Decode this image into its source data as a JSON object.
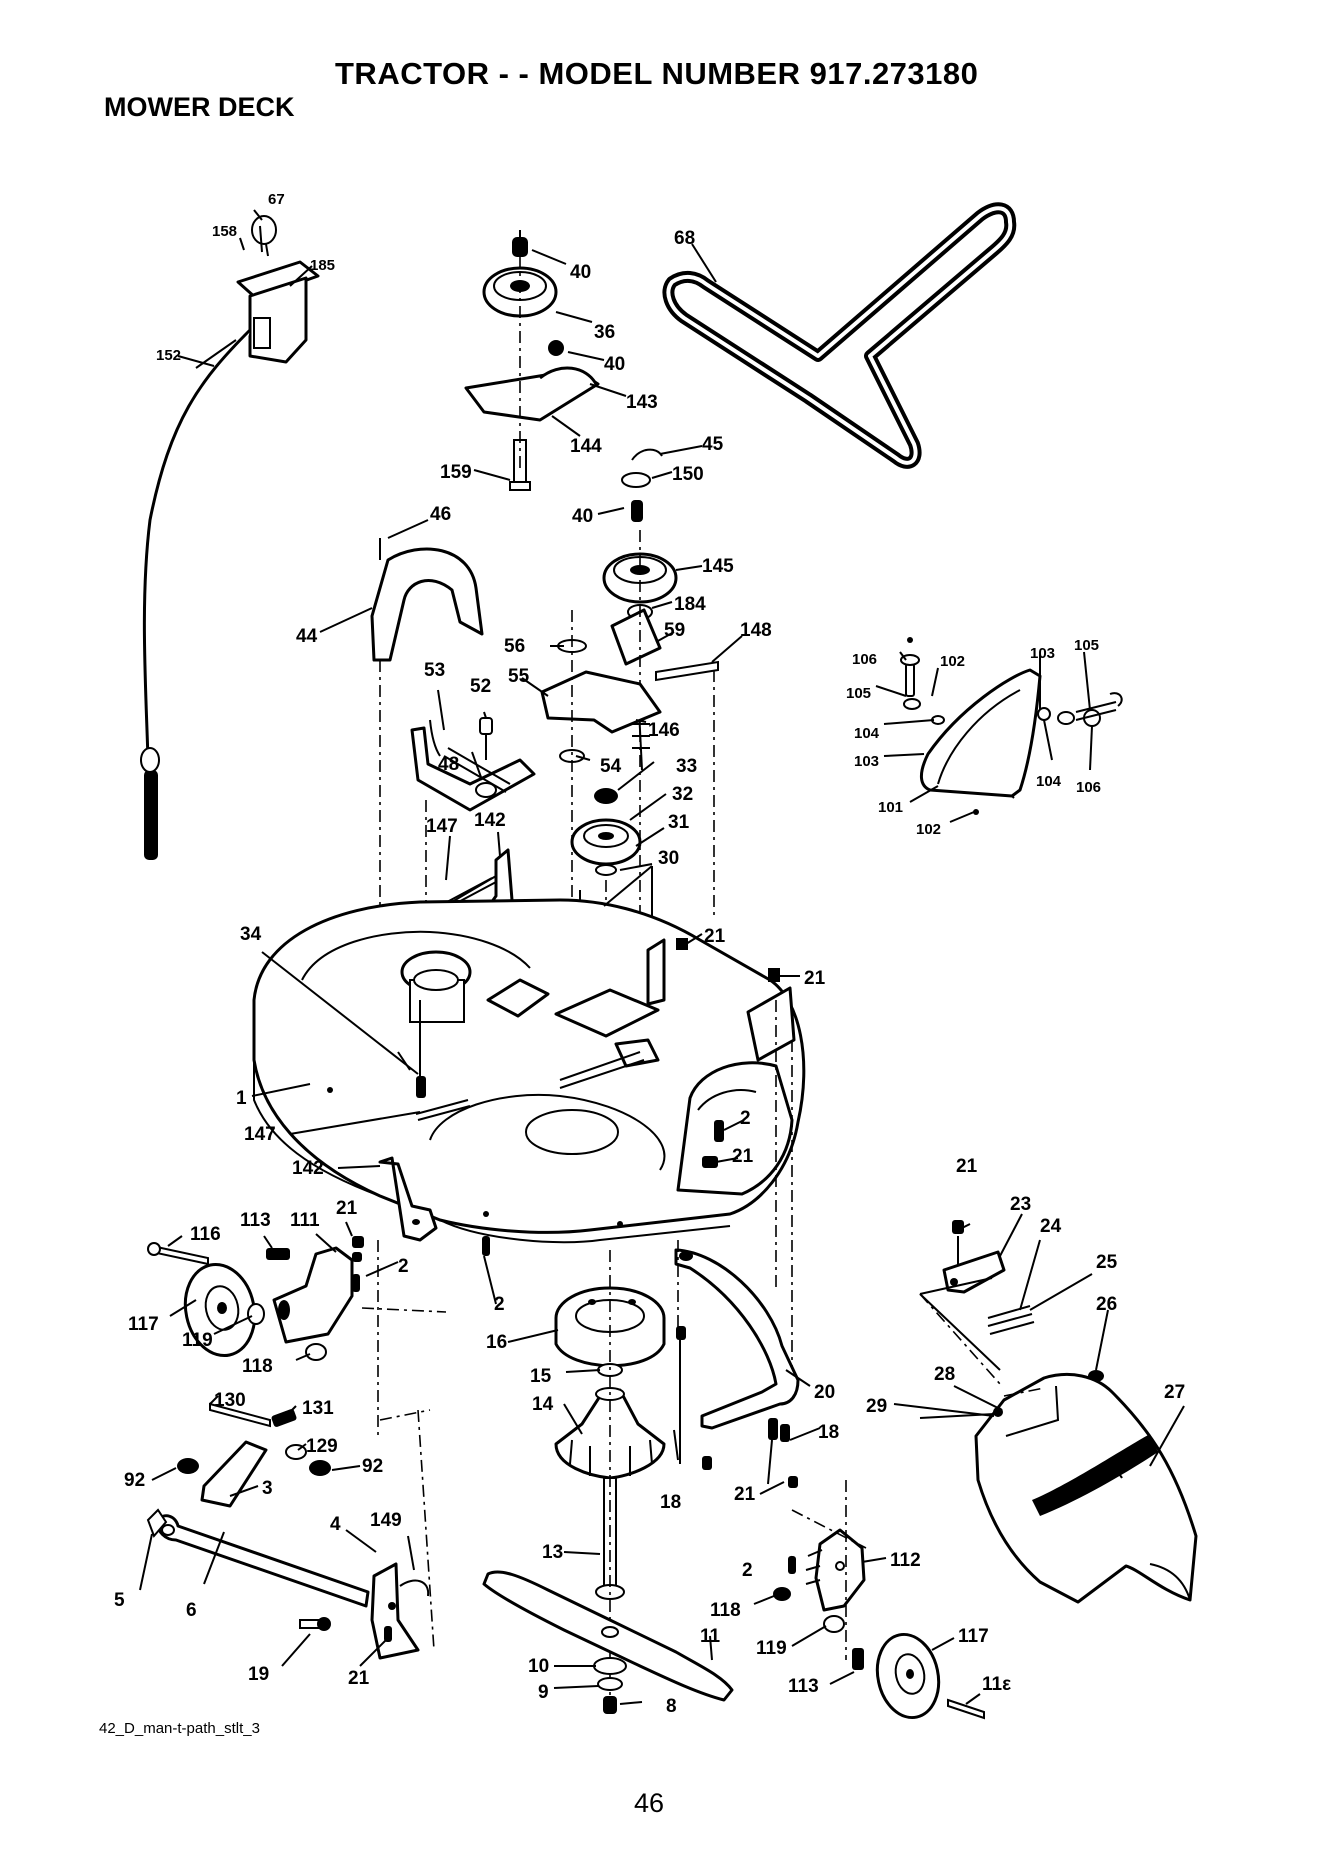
{
  "header": {
    "title": "TRACTOR - - MODEL NUMBER  917.273180",
    "section": "MOWER DECK"
  },
  "footer": {
    "caption": "42_D_man-t-path_stlt_3",
    "page_number": "46"
  },
  "callouts": {
    "c67": "67",
    "c158": "158",
    "c185": "185",
    "c152": "152",
    "c40a": "40",
    "c36": "36",
    "c40b": "40",
    "c143": "143",
    "c144": "144",
    "c159": "159",
    "c68": "68",
    "c45": "45",
    "c150": "150",
    "c40c": "40",
    "c46": "46",
    "c145": "145",
    "c44": "44",
    "c184": "184",
    "c56": "56",
    "c59": "59",
    "c148": "148",
    "c55": "55",
    "c53": "53",
    "c52": "52",
    "c146": "146",
    "c48": "48",
    "c54": "54",
    "c33": "33",
    "c32": "32",
    "c31": "31",
    "c30": "30",
    "c147a": "147",
    "c142a": "142",
    "c34": "34",
    "c21a": "21",
    "c21b": "21",
    "c1": "1",
    "c147b": "147",
    "c2a": "2",
    "c21c": "21",
    "c142b": "142",
    "c21d": "21",
    "c113a": "113",
    "c111": "111",
    "c21e": "21",
    "c116a": "116",
    "c2b": "2",
    "c2c": "2",
    "c23": "23",
    "c24": "24",
    "c25": "25",
    "c26": "26",
    "c117a": "117",
    "c119a": "119",
    "c16": "16",
    "c118a": "118",
    "c15": "15",
    "c20": "20",
    "c28": "28",
    "c29": "29",
    "c27": "27",
    "c130": "130",
    "c131": "131",
    "c14": "14",
    "c18a": "18",
    "c129": "129",
    "c92a": "92",
    "c92b": "92",
    "c3": "3",
    "c18b": "18",
    "c21f": "21",
    "c4": "4",
    "c149": "149",
    "c13": "13",
    "c112": "112",
    "c2d": "2",
    "c5": "5",
    "c6": "6",
    "c118b": "118",
    "c11": "11",
    "c119b": "119",
    "c117b": "117",
    "c19": "19",
    "c21g": "21",
    "c10": "10",
    "c9": "9",
    "c8": "8",
    "c113b": "113",
    "c116b": "11ε",
    "c106a": "106",
    "c102a": "102",
    "c103a": "103",
    "c105a": "105",
    "c105b": "105",
    "c104a": "104",
    "c103b": "103",
    "c104b": "104",
    "c106b": "106",
    "c101": "101",
    "c102b": "102"
  }
}
